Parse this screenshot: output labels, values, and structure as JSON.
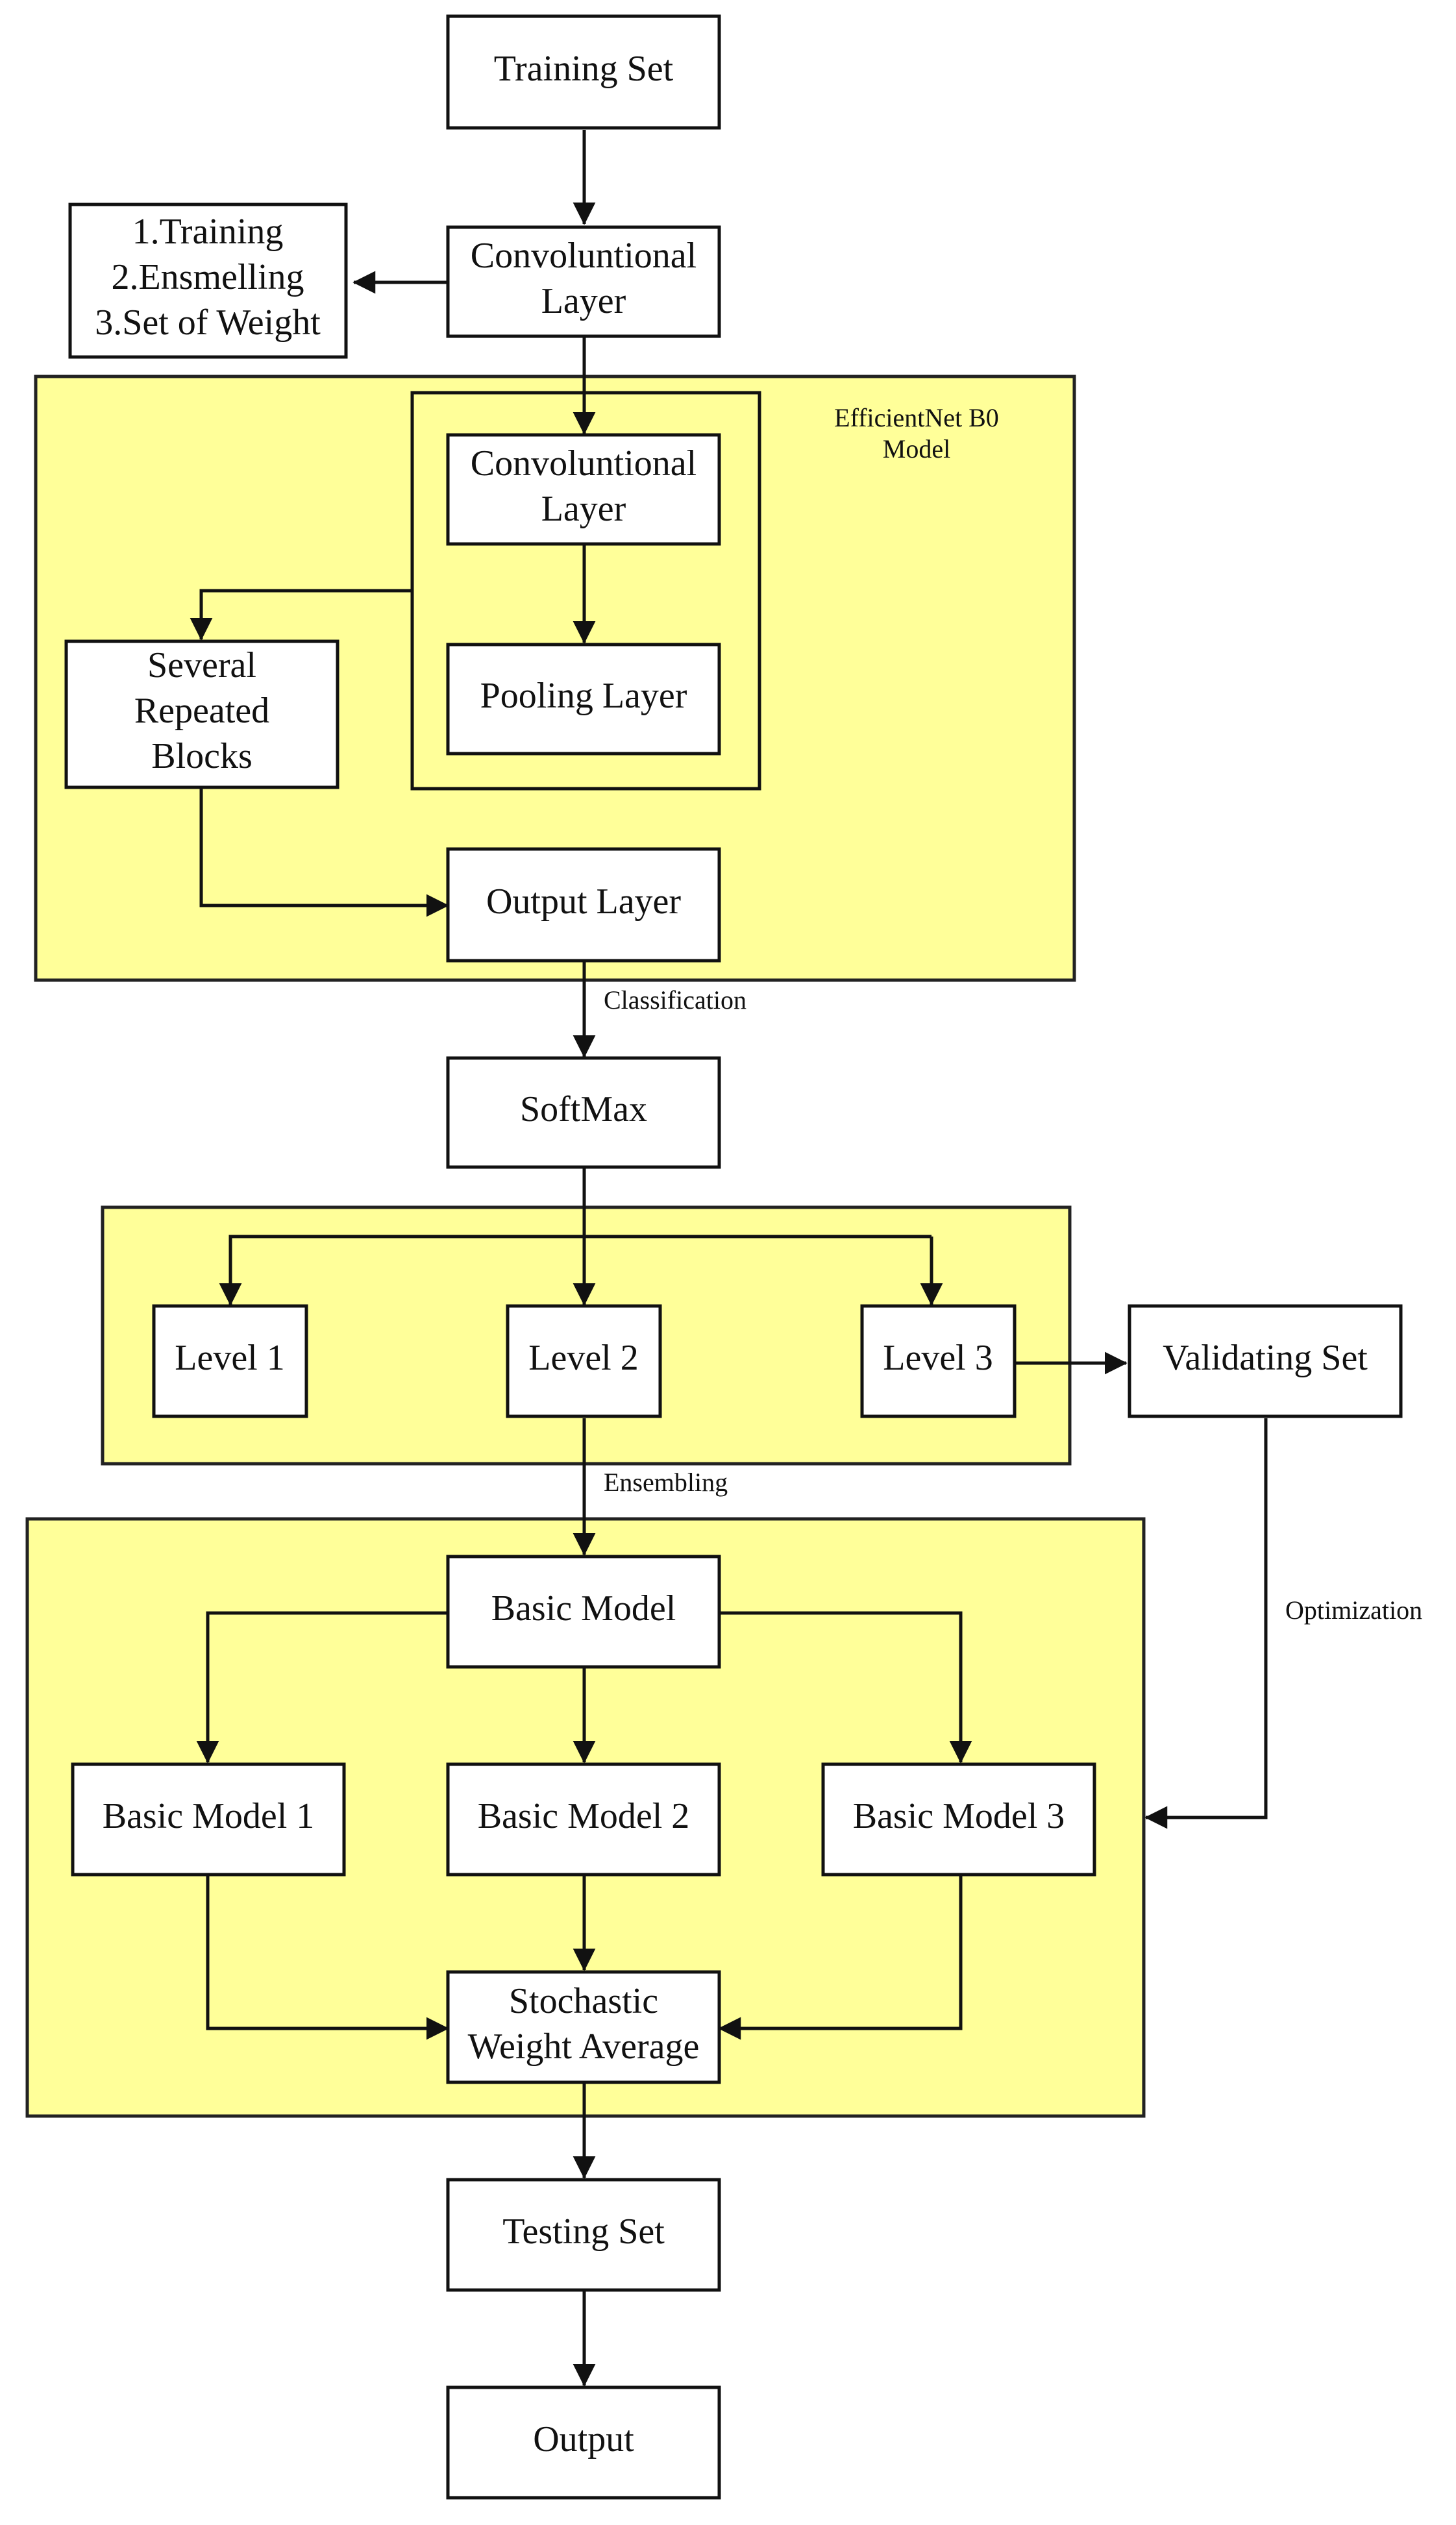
{
  "diagram": {
    "regions": {
      "efficientnet": "EfficientNet B0\nModel",
      "levels": "",
      "ensemble": ""
    },
    "nodes": {
      "training_set": "Training Set",
      "notes": "1.Training\n2.Ensmelling\n3.Set of Weight",
      "conv_layer_top": "Convoluntional\nLayer",
      "conv_layer_inner": "Convoluntional\nLayer",
      "pooling_layer": "Pooling Layer",
      "repeated_blocks": "Several\nRepeated\nBlocks",
      "output_layer": "Output Layer",
      "softmax": "SoftMax",
      "level_1": "Level 1",
      "level_2": "Level 2",
      "level_3": "Level 3",
      "validating_set": "Validating Set",
      "basic_model": "Basic Model",
      "basic_model_1": "Basic Model 1",
      "basic_model_2": "Basic Model 2",
      "basic_model_3": "Basic Model 3",
      "swa": "Stochastic\nWeight Average",
      "testing_set": "Testing Set",
      "output": "Output"
    },
    "edge_labels": {
      "classification": "Classification",
      "ensembling": "Ensembling",
      "optimization": "Optimization"
    }
  }
}
